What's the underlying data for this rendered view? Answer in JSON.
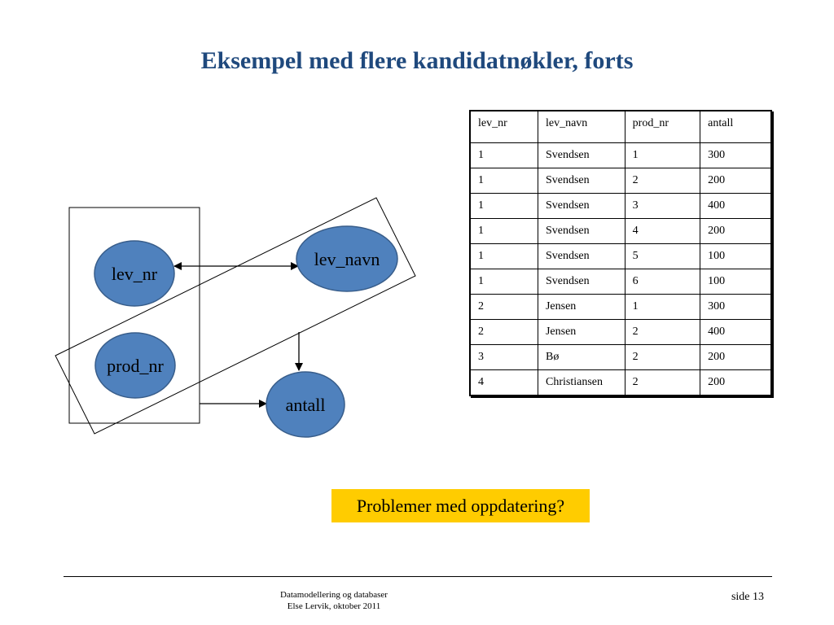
{
  "slide": {
    "title": "Eksempel med flere kandidatnøkler, forts"
  },
  "diagram": {
    "nodes": {
      "lev_nr": "lev_nr",
      "prod_nr": "prod_nr",
      "lev_navn": "lev_navn",
      "antall": "antall"
    },
    "node_fill": "#4f81bd"
  },
  "table": {
    "headers": [
      "lev_nr",
      "lev_navn",
      "prod_nr",
      "antall"
    ],
    "rows": [
      [
        "1",
        "Svendsen",
        "1",
        "300"
      ],
      [
        "1",
        "Svendsen",
        "2",
        "200"
      ],
      [
        "1",
        "Svendsen",
        "3",
        "400"
      ],
      [
        "1",
        "Svendsen",
        "4",
        "200"
      ],
      [
        "1",
        "Svendsen",
        "5",
        "100"
      ],
      [
        "1",
        "Svendsen",
        "6",
        "100"
      ],
      [
        "2",
        "Jensen",
        "1",
        "300"
      ],
      [
        "2",
        "Jensen",
        "2",
        "400"
      ],
      [
        "3",
        "Bø",
        "2",
        "200"
      ],
      [
        "4",
        "Christiansen",
        "2",
        "200"
      ]
    ]
  },
  "callout": {
    "text": "Problemer med oppdatering?",
    "color": "#ffcc00"
  },
  "footer": {
    "line1": "Datamodellering og databaser",
    "line2": "Else Lervik, oktober 2011",
    "page": "side 13"
  }
}
